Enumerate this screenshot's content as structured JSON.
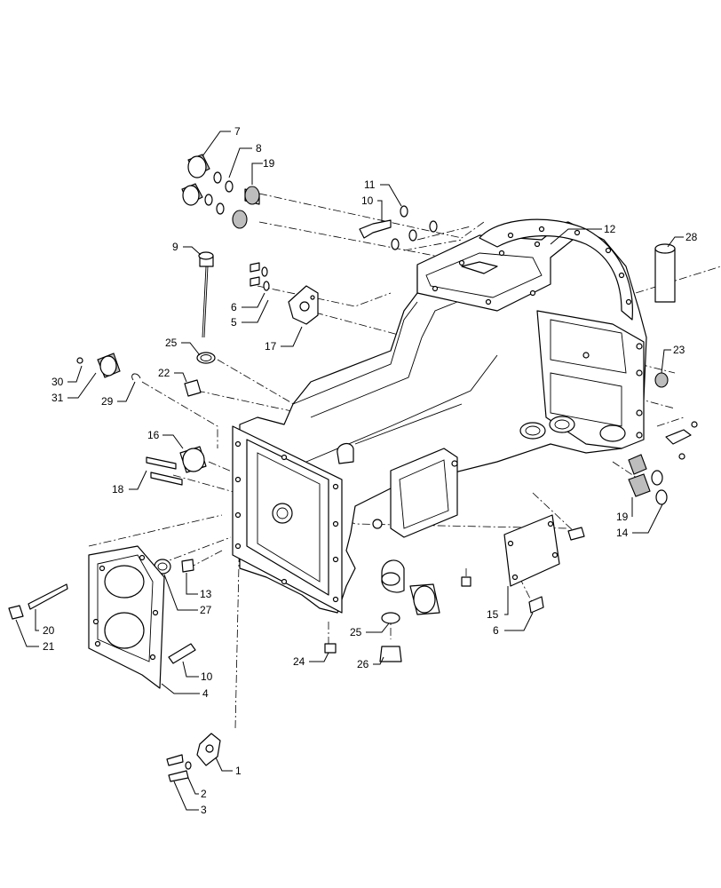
{
  "callouts": [
    {
      "id": "c7",
      "label": "7"
    },
    {
      "id": "c8",
      "label": "8"
    },
    {
      "id": "c19a",
      "label": "19"
    },
    {
      "id": "c9",
      "label": "9"
    },
    {
      "id": "c6a",
      "label": "6"
    },
    {
      "id": "c5",
      "label": "5"
    },
    {
      "id": "c17",
      "label": "17"
    },
    {
      "id": "c25a",
      "label": "25"
    },
    {
      "id": "c11",
      "label": "11"
    },
    {
      "id": "c10a",
      "label": "10"
    },
    {
      "id": "c12",
      "label": "12"
    },
    {
      "id": "c28",
      "label": "28"
    },
    {
      "id": "c30",
      "label": "30"
    },
    {
      "id": "c31",
      "label": "31"
    },
    {
      "id": "c29",
      "label": "29"
    },
    {
      "id": "c22",
      "label": "22"
    },
    {
      "id": "c23",
      "label": "23"
    },
    {
      "id": "c16",
      "label": "16"
    },
    {
      "id": "c18",
      "label": "18"
    },
    {
      "id": "c19b",
      "label": "19"
    },
    {
      "id": "c14",
      "label": "14"
    },
    {
      "id": "c13",
      "label": "13"
    },
    {
      "id": "c27",
      "label": "27"
    },
    {
      "id": "c15",
      "label": "15"
    },
    {
      "id": "c6b",
      "label": "6"
    },
    {
      "id": "c20",
      "label": "20"
    },
    {
      "id": "c21",
      "label": "21"
    },
    {
      "id": "c25b",
      "label": "25"
    },
    {
      "id": "c24",
      "label": "24"
    },
    {
      "id": "c26",
      "label": "26"
    },
    {
      "id": "c10b",
      "label": "10"
    },
    {
      "id": "c4",
      "label": "4"
    },
    {
      "id": "c1",
      "label": "1"
    },
    {
      "id": "c2",
      "label": "2"
    },
    {
      "id": "c3",
      "label": "3"
    }
  ]
}
